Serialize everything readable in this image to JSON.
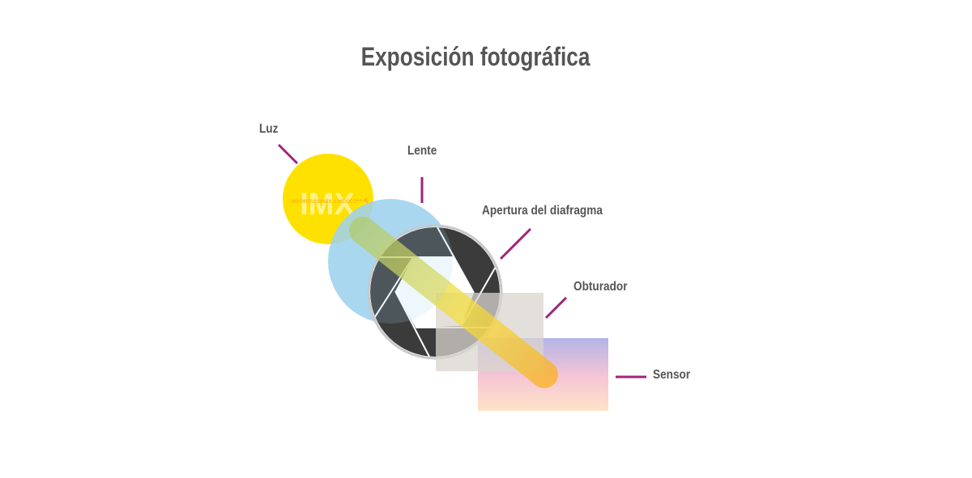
{
  "title": "Exposición fotográfica",
  "labels": {
    "luz": "Luz",
    "lente": "Lente",
    "apertura": "Apertura del diafragma",
    "obturador": "Obturador",
    "sensor": "Sensor"
  },
  "logo": {
    "big": "IMX",
    "small": "IMPORTACIONES A MÉXICO"
  },
  "colors": {
    "title": "#555555",
    "leader": "#a0237b",
    "luz": "#ffe100",
    "lente": "#9fd1ef",
    "aperture": "#3b3b3b",
    "obturador": "#d9d4cf",
    "beam_start": "#b5c94a",
    "beam_end": "#f9b11a",
    "sensor_top": "#b3b4e6",
    "sensor_mid": "#f7c6d4",
    "sensor_bottom": "#fde4c8"
  }
}
